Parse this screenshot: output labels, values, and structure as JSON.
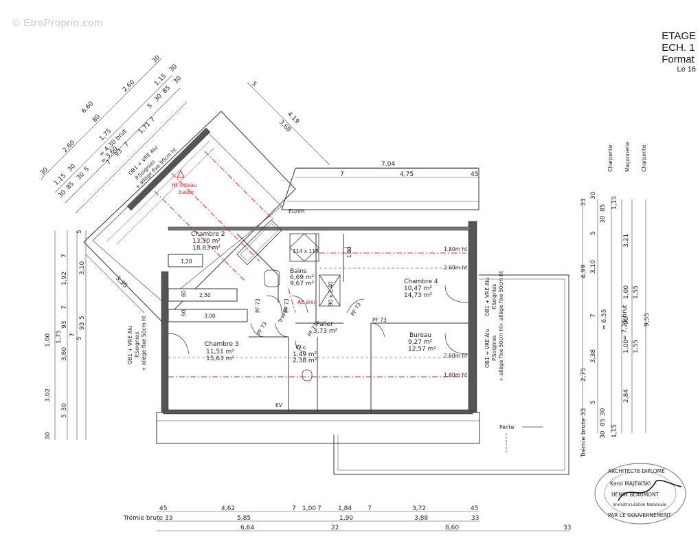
{
  "watermark": "© EtreProprio.com",
  "title_block": {
    "line1": "ETAGE",
    "line2": "ECH. 1",
    "line3": "Format",
    "line4": "Le 16"
  },
  "rooms": {
    "chambre2": {
      "name": "Chambre 2",
      "a1": "13,30 m²",
      "a2": "18,83 m²"
    },
    "bains": {
      "name": "Bains",
      "a1": "6,69 m²",
      "a2": "9,67 m²"
    },
    "chambre4": {
      "name": "Chambre 4",
      "a1": "10,47 m²",
      "a2": "14,73 m²"
    },
    "chambre3": {
      "name": "Chambre 3",
      "a1": "11,51 m²",
      "a2": "15,63 m²"
    },
    "bureau": {
      "name": "Bureau",
      "a1": "9,27 m²",
      "a2": "12,57 m²"
    },
    "palier": {
      "name": "Palier",
      "a1": "3,73 m²"
    },
    "wc": {
      "name": "W.c",
      "a1": "1,49 m²",
      "a2": "2,38 m²"
    }
  },
  "labels": {
    "ht_linteau1": "Ht linteau",
    "ht_linteau2": "basse",
    "eu_vh": "EU/VH",
    "ev": "EV",
    "pente": "Pente",
    "trappe": "Trappe",
    "ae_elec": "AE élec",
    "velux1": "114 x 118",
    "velux2": "90 x 1,40",
    "dim_190": "1,90",
    "ht180": "1.80m ht",
    "ht260": "2.60m ht",
    "pf73": "PF 73",
    "p120": "1,20",
    "p250": "2,50",
    "p300": "3,00",
    "p60": "60",
    "ob_line1": "OB1 + VRE Alu",
    "ob_line2": "P.Soignies",
    "ob_line3": "+ allège fixe 50cm ht",
    "charpente": "Charpente",
    "maconnerie": "Maçonnerie",
    "tremie_brute": "Trémie brute 33"
  },
  "bottom_dims": {
    "row1": [
      "45",
      "4,62",
      "7",
      "1,00",
      "7",
      "1,84",
      "7",
      "3,72",
      "45"
    ],
    "row2": [
      "5,85",
      "1,90",
      "3,88",
      "33"
    ],
    "row3": [
      "6,64",
      "22",
      "8,60",
      "33"
    ]
  },
  "top_dims": {
    "total": "7,04",
    "a": "7",
    "b": "4,75",
    "c": "45"
  },
  "diag_dims": {
    "r1": [
      "30",
      "2,60",
      "80",
      "2,60",
      "30"
    ],
    "r2": [
      "6,60"
    ],
    "r3": [
      "1,15",
      "30",
      "1,75",
      "1,15",
      "30"
    ],
    "r4": [
      "30",
      "85",
      "30",
      "5",
      "= 4,30 brut",
      "5",
      "30",
      "85",
      "30"
    ],
    "r5": [
      "7",
      "93",
      "7",
      "= 3,60",
      "1,71",
      "7"
    ],
    "rb": [
      "4,19",
      "3,68"
    ],
    "rc": [
      "3,35"
    ],
    "rtop": [
      "5"
    ]
  },
  "right_dims": {
    "c1": [
      "33",
      "4,99",
      "2,75",
      "Trémie brute 33"
    ],
    "c2": [
      "30",
      "85",
      "30",
      "5",
      "3,10",
      "7",
      "3,38",
      "5",
      "30",
      "85",
      "30"
    ],
    "c3": [
      "1,15",
      "= 6,55",
      "1,15"
    ],
    "c4": [
      "3,21",
      "1,00",
      "90",
      "1,00",
      "2,84"
    ],
    "c5": [
      "1,55",
      "= 7,25 brut",
      "1,55"
    ],
    "c6": [
      "9,55"
    ]
  },
  "left_dims": {
    "c1": [
      "5",
      "7",
      "1,92",
      "7",
      "93",
      "7",
      "5"
    ],
    "c2": [
      "3,10",
      "93",
      "5"
    ],
    "c3": [
      "1,00",
      "1,75",
      "3,60"
    ],
    "c4": [
      "3,02",
      "30",
      "5",
      "30"
    ]
  },
  "stamp": {
    "top": "ARCHITECTE DIPLOMÉ",
    "name": "Karol MAJEWSKI",
    "mid": "HENIN BEAUMONT",
    "small": "Immatriculation Nationale",
    "bottom": "PAR LE GOUVERNEMENT"
  }
}
